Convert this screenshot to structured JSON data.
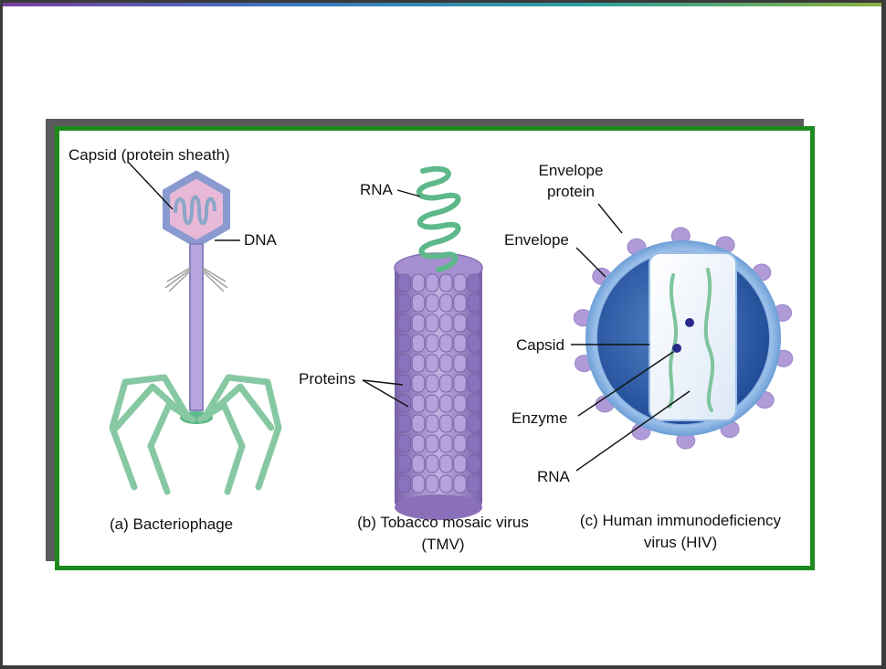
{
  "bacteriophage": {
    "capsid_label": "Capsid (protein sheath)",
    "dna_label": "DNA",
    "caption": "(a) Bacteriophage"
  },
  "tmv": {
    "rna_label": "RNA",
    "proteins_label": "Proteins",
    "caption_line1": "(b) Tobacco mosaic virus",
    "caption_line2": "(TMV)"
  },
  "hiv": {
    "envelope_protein_line1": "Envelope",
    "envelope_protein_line2": "protein",
    "envelope_label": "Envelope",
    "capsid_label": "Capsid",
    "enzyme_label": "Enzyme",
    "rna_label": "RNA",
    "caption_line1": "(c) Human immunodeficiency",
    "caption_line2": "virus (HIV)"
  },
  "colors": {
    "frame": "#1e8a1e",
    "capsid_fill": "#e8b8d8",
    "capsid_edge": "#8a9ad0",
    "helix": "#5db88a",
    "tmv_protein": "#9a82c6",
    "hiv_outer": "#6d9fd6",
    "hiv_inner": "#2e5aa8",
    "envelope_protein": "#b09ad8"
  }
}
